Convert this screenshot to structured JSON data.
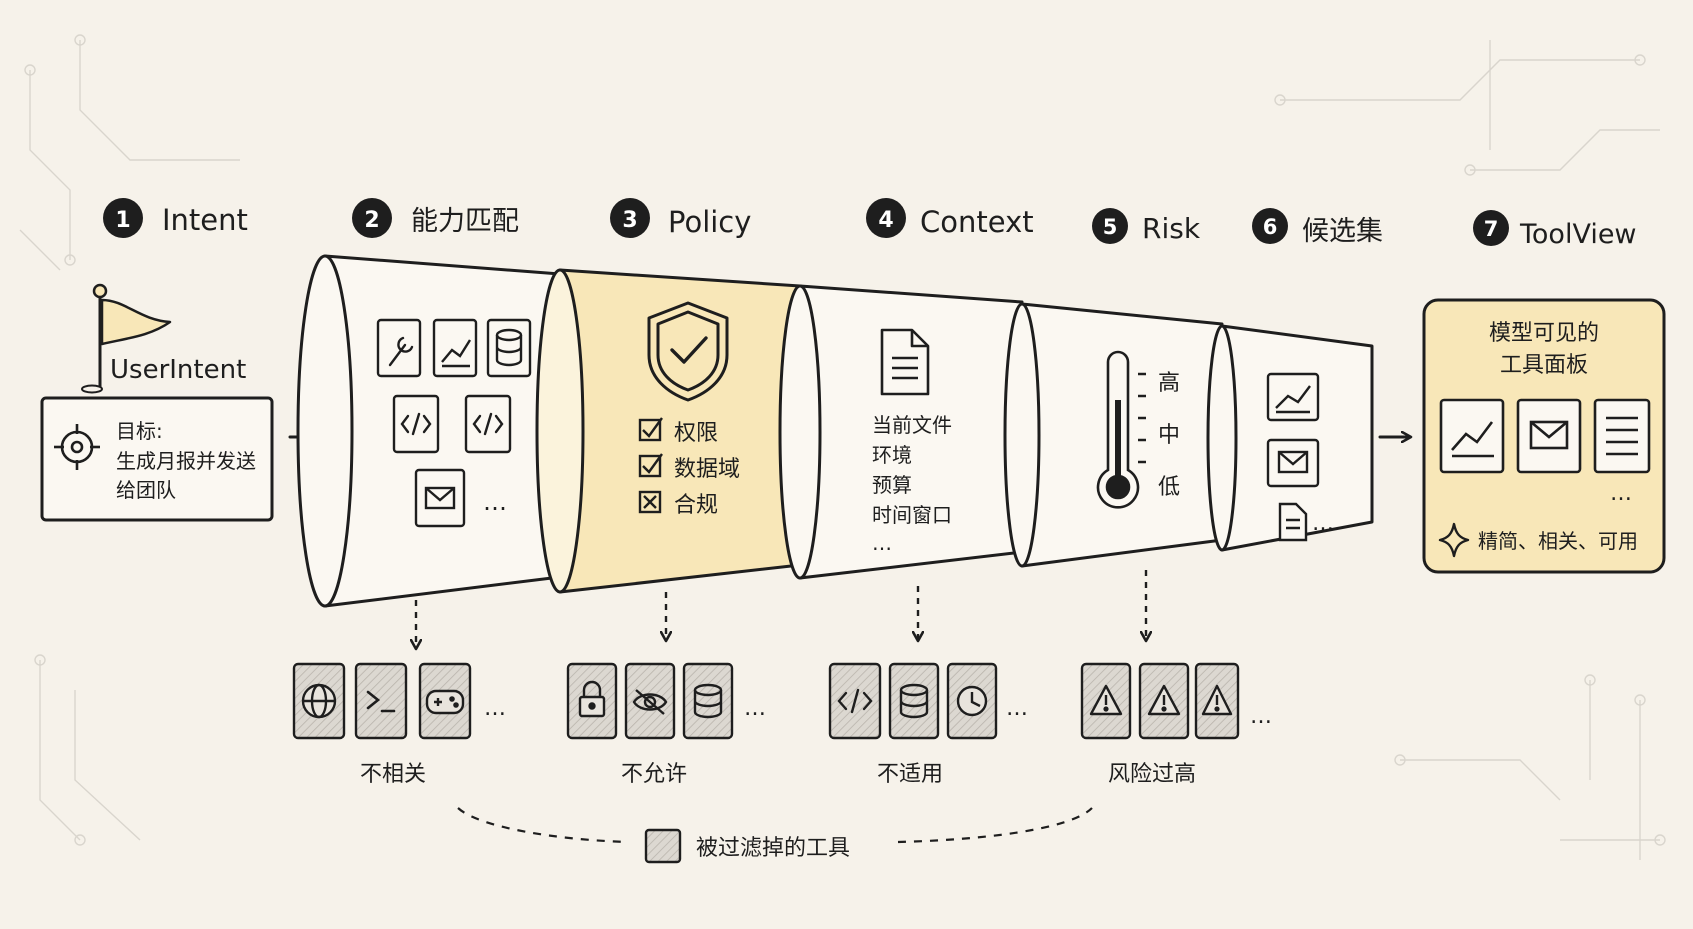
{
  "stages": [
    {
      "num": "1",
      "label": "Intent"
    },
    {
      "num": "2",
      "label": "能力匹配"
    },
    {
      "num": "3",
      "label": "Policy"
    },
    {
      "num": "4",
      "label": "Context"
    },
    {
      "num": "5",
      "label": "Risk"
    },
    {
      "num": "6",
      "label": "候选集"
    },
    {
      "num": "7",
      "label": "ToolView"
    }
  ],
  "intent": {
    "flag_label": "UserIntent",
    "goal_label": "目标:",
    "goal_line1": "生成月报并发送",
    "goal_line2": "给团队"
  },
  "policy": {
    "items": [
      {
        "label": "权限",
        "state": "checked"
      },
      {
        "label": "数据域",
        "state": "checked"
      },
      {
        "label": "合规",
        "state": "crossed"
      }
    ]
  },
  "context": {
    "items": [
      "当前文件",
      "环境",
      "预算",
      "时间窗口",
      "…"
    ]
  },
  "risk": {
    "levels": [
      "高",
      "中",
      "低"
    ]
  },
  "ellipsis": "…",
  "toolview": {
    "title_line1": "模型可见的",
    "title_line2": "工具面板",
    "footer": "精简、相关、可用"
  },
  "filtered": [
    {
      "label": "不相关",
      "icons": [
        "globe-icon",
        "terminal-icon",
        "gamepad-icon"
      ]
    },
    {
      "label": "不允许",
      "icons": [
        "lock-icon",
        "eye-off-icon",
        "database-icon"
      ]
    },
    {
      "label": "不适用",
      "icons": [
        "code-icon",
        "database-icon",
        "clock-icon"
      ]
    },
    {
      "label": "风险过高",
      "icons": [
        "warning-icon",
        "warning-icon",
        "warning-icon"
      ]
    }
  ],
  "legend": {
    "label": "被过滤掉的工具"
  },
  "colors": {
    "background": "#f6f2ea",
    "highlight": "#f8e7b8",
    "ink": "#1e1e1e",
    "filtered_fill": "#d6d2cb"
  }
}
